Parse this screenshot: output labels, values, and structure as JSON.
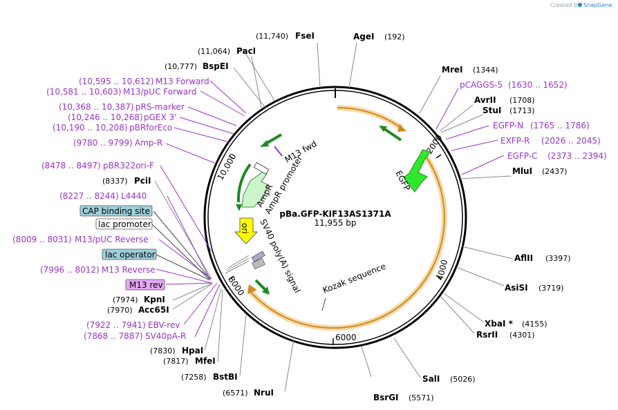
{
  "credit": {
    "created_by": "Created by",
    "brand": "SnapGene"
  },
  "plasmid": {
    "name": "pBa.GFP-KIF13AS1371A",
    "size": "11,955 bp"
  },
  "ticks": [
    "2000",
    "4000",
    "6000",
    "8000",
    "10,000"
  ],
  "features": {
    "egfp": "EGFP",
    "kozak": "Kozak sequence",
    "sv40": "SV40 poly(A) signal",
    "ori": "ori",
    "ampr": "AmpR",
    "ampr_promoter": "AmpR promoter",
    "m13_fwd": "M13 fwd"
  },
  "sites": [
    {
      "name": "AgeI",
      "pos": "(192)"
    },
    {
      "name": "MreI",
      "pos": "(1344)"
    },
    {
      "name": "pCAGGS-5",
      "pos": "(1630 .. 1652)"
    },
    {
      "name": "AvrII",
      "pos": "(1708)"
    },
    {
      "name": "StuI",
      "pos": "(1713)"
    },
    {
      "name": "EGFP-N",
      "pos": "(1765 .. 1786)"
    },
    {
      "name": "EXFP-R",
      "pos": "(2026 .. 2045)"
    },
    {
      "name": "EGFP-C",
      "pos": "(2373 .. 2394)"
    },
    {
      "name": "MluI",
      "pos": "(2437)"
    },
    {
      "name": "AflII",
      "pos": "(3397)"
    },
    {
      "name": "AsiSI",
      "pos": "(3719)"
    },
    {
      "name": "XbaI *",
      "pos": "(4155)"
    },
    {
      "name": "RsrII",
      "pos": "(4301)"
    },
    {
      "name": "SalI",
      "pos": "(5026)"
    },
    {
      "name": "BsrGI",
      "pos": "(5571)"
    },
    {
      "name": "NruI",
      "pos": "(6571)"
    },
    {
      "name": "BstBI",
      "pos": "(7258)"
    },
    {
      "name": "MfeI",
      "pos": "(7817)"
    },
    {
      "name": "HpaI",
      "pos": "(7830)"
    },
    {
      "name": "SV40pA-R",
      "pos": "(7868 .. 7887)"
    },
    {
      "name": "EBV-rev",
      "pos": "(7922 .. 7941)"
    },
    {
      "name": "Acc65I",
      "pos": "(7970)"
    },
    {
      "name": "KpnI",
      "pos": "(7974)"
    },
    {
      "name": "M13 rev",
      "pos": ""
    },
    {
      "name": "M13 Reverse",
      "pos": "(7996 .. 8012)"
    },
    {
      "name": "lac operator",
      "pos": ""
    },
    {
      "name": "M13/pUC Reverse",
      "pos": "(8009 .. 8031)"
    },
    {
      "name": "lac promoter",
      "pos": ""
    },
    {
      "name": "CAP binding site",
      "pos": ""
    },
    {
      "name": "L4440",
      "pos": "(8227 .. 8244)"
    },
    {
      "name": "PciI",
      "pos": "(8337)"
    },
    {
      "name": "pBR322ori-F",
      "pos": "(8478 .. 8497)"
    },
    {
      "name": "Amp-R",
      "pos": "(9780 .. 9799)"
    },
    {
      "name": "pBRforEco",
      "pos": "(10,190 .. 10,208)"
    },
    {
      "name": "pGEX 3'",
      "pos": "(10,246 .. 10,268)"
    },
    {
      "name": "pRS-marker",
      "pos": "(10,368 .. 10,387)"
    },
    {
      "name": "M13/pUC Forward",
      "pos": "(10,581 .. 10,603)"
    },
    {
      "name": "M13 Forward",
      "pos": "(10,595 .. 10,612)"
    },
    {
      "name": "BspEI",
      "pos": "(10,777)"
    },
    {
      "name": "PacI",
      "pos": "(11,064)"
    },
    {
      "name": "FseI",
      "pos": "(11,740)"
    }
  ]
}
